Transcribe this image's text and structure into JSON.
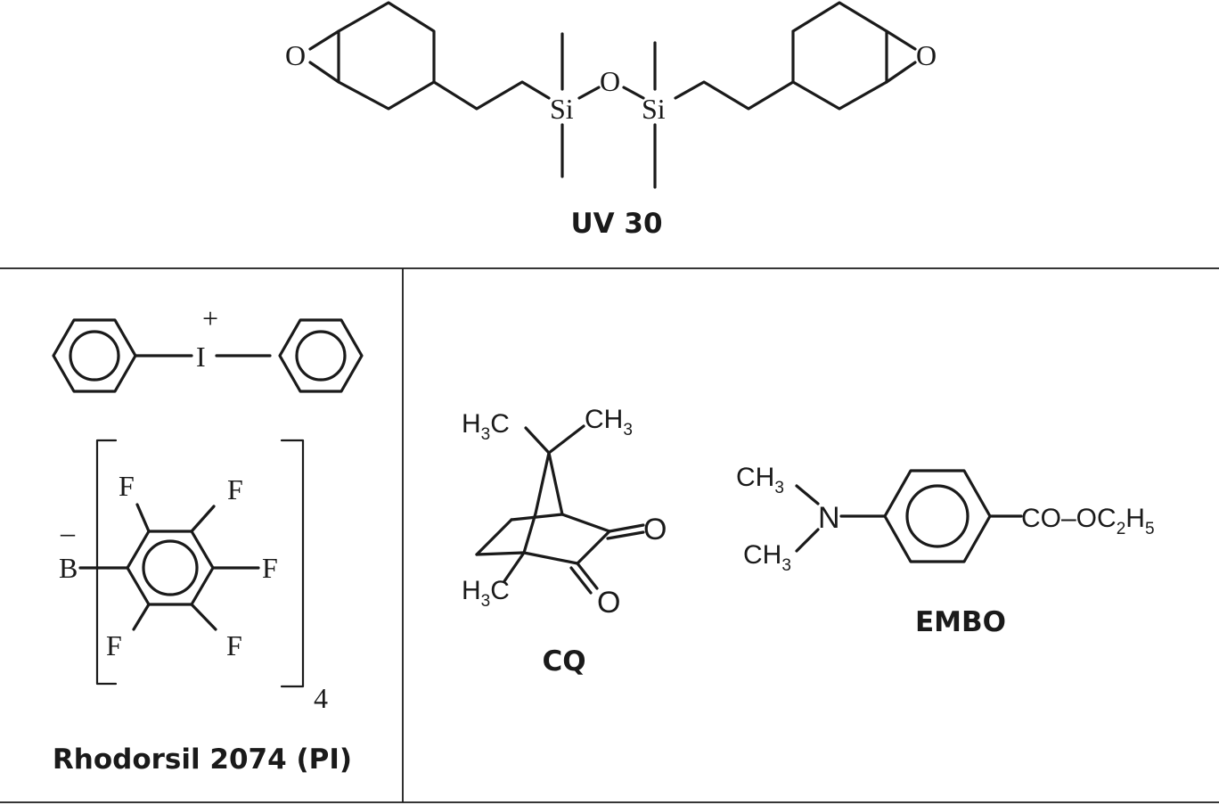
{
  "compounds": {
    "uv30": {
      "label": "UV 30",
      "atoms": {
        "epoxy_o": "O",
        "si": "Si",
        "bridge_o": "O"
      }
    },
    "rhodorsil": {
      "label": "Rhodorsil 2074 (PI)",
      "atoms": {
        "iodine": "I",
        "plus": "+",
        "boron": "B",
        "minus": "–",
        "fluorine": "F",
        "subscript": "4"
      }
    },
    "cq": {
      "label": "CQ",
      "atoms": {
        "methyl_main": "H",
        "methyl_sub": "3",
        "carbon": "C",
        "oxygen": "O"
      }
    },
    "embo": {
      "label": "EMBO",
      "atoms": {
        "nitrogen": "N",
        "ch": "CH",
        "three": "3",
        "ester": "CO–OC",
        "two": "2",
        "h": "H",
        "five": "5"
      }
    }
  }
}
